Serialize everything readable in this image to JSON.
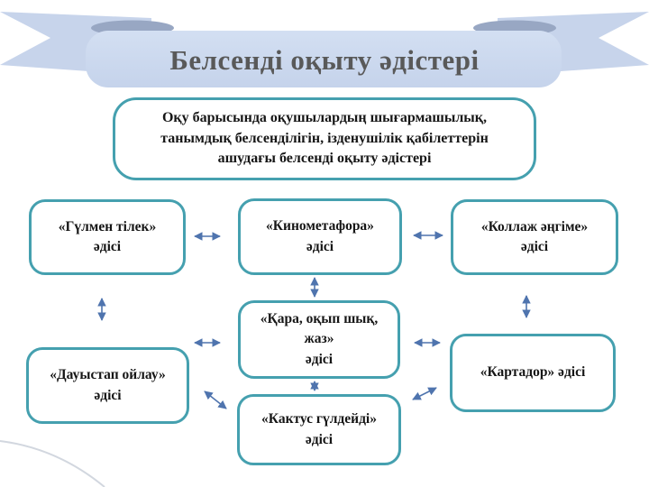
{
  "colors": {
    "teal_border": "#45a0af",
    "arrow_blue": "#4f74ae",
    "banner_blue": "#ccd9ee",
    "banner_fold": "#98a7c3",
    "title_gray": "#595959",
    "text_black": "#161616"
  },
  "banner": {
    "title": "Белсенді оқыту әдістері"
  },
  "description": {
    "text": "Оқу барысында оқушылардың шығармашылық,\nтанымдық белсенділігін, ізденушілік қабілеттерін\nашудағы белсенді оқыту әдістері"
  },
  "methods": {
    "top_left": {
      "label": "«Гүлмен тілек»\nәдісі"
    },
    "top_center": {
      "label": "«Кинометафора»\nәдісі"
    },
    "top_right": {
      "label": "«Коллаж әңгіме»\nәдісі"
    },
    "center": {
      "label": "«Қара, оқып шық,\nжаз»\nәдісі"
    },
    "bottom_left": {
      "label": "«Дауыстап ойлау»\nәдісі"
    },
    "bottom_center": {
      "label": "«Кактус гүлдейді»\nәдісі"
    },
    "bottom_right": {
      "label": "«Картадор» әдісі"
    }
  }
}
